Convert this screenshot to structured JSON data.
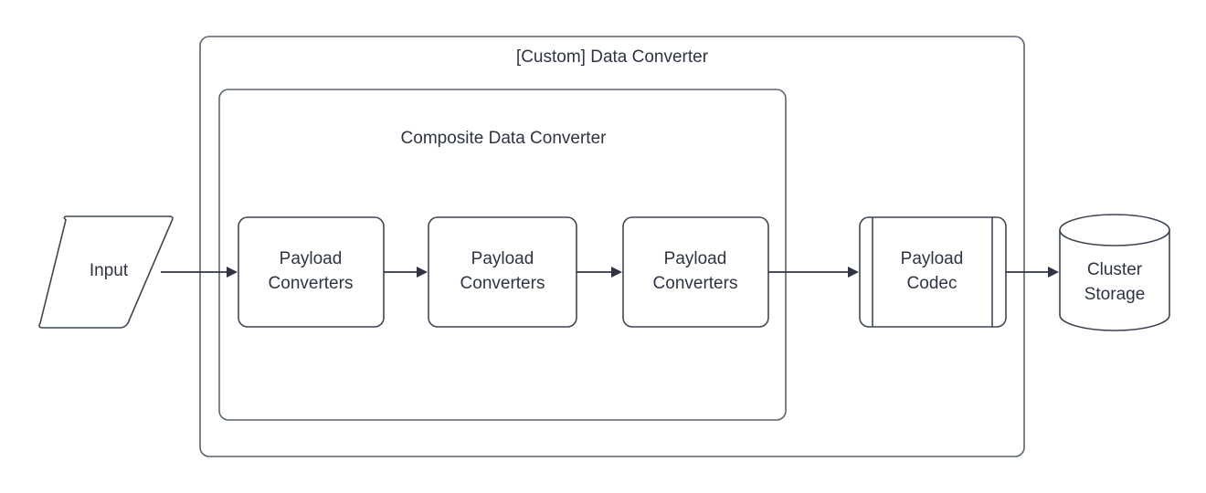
{
  "diagram": {
    "type": "flowchart",
    "title": "[Custom] Data Converter",
    "background_color": "#ffffff",
    "stroke_color": "#3f4654",
    "container_stroke_color": "#5c6370",
    "text_color": "#2f3445",
    "containers": [
      {
        "id": "custom-data-converter",
        "label": "[Custom] Data Converter",
        "label_position": "top-center"
      },
      {
        "id": "composite-data-converter",
        "label": "Composite Data Converter",
        "label_position": "top-center"
      }
    ],
    "nodes": [
      {
        "id": "input",
        "label": "Input",
        "shape": "parallelogram"
      },
      {
        "id": "payload-converters-1",
        "label_line1": "Payload",
        "label_line2": "Converters",
        "shape": "rounded-rect"
      },
      {
        "id": "payload-converters-2",
        "label_line1": "Payload",
        "label_line2": "Converters",
        "shape": "rounded-rect"
      },
      {
        "id": "payload-converters-3",
        "label_line1": "Payload",
        "label_line2": "Converters",
        "shape": "rounded-rect"
      },
      {
        "id": "payload-codec",
        "label_line1": "Payload",
        "label_line2": "Codec",
        "shape": "process"
      },
      {
        "id": "cluster-storage",
        "label_line1": "Cluster",
        "label_line2": "Storage",
        "shape": "cylinder"
      }
    ],
    "edges": [
      {
        "from": "input",
        "to": "payload-converters-1",
        "style": "solid-arrow"
      },
      {
        "from": "payload-converters-1",
        "to": "payload-converters-2",
        "style": "solid-arrow"
      },
      {
        "from": "payload-converters-2",
        "to": "payload-converters-3",
        "style": "solid-arrow"
      },
      {
        "from": "payload-converters-3",
        "to": "payload-codec",
        "style": "solid-arrow"
      },
      {
        "from": "payload-codec",
        "to": "cluster-storage",
        "style": "solid-arrow"
      }
    ]
  }
}
